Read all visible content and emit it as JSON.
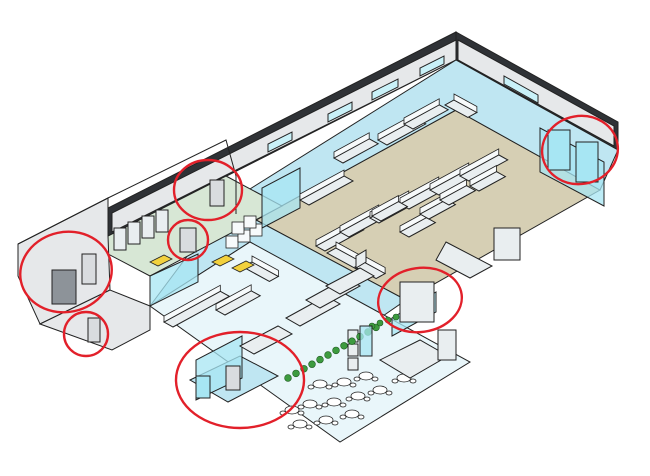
{
  "colors": {
    "background": "#ffffff",
    "outline": "#222222",
    "wall_light": "#e6e8ea",
    "wall_dark": "#2f3236",
    "floor_sales": "#d6cfb4",
    "floor_aisle": "#bfe6f2",
    "floor_storage": "#d7e7d5",
    "floor_cafe": "#e9f6fa",
    "glass": "#a7e6f3",
    "window": "#c9f1f8",
    "shelf": "#e9eef0",
    "shelf_top": "#f7fafb",
    "pallet_yellow": "#f2d13d",
    "plant": "#3d9b3f",
    "highlight_circle": "#e2202a"
  },
  "diagram": {
    "type": "isometric-store-floor-plan",
    "highlighted_areas": [
      "right-entrance-door",
      "storage-back-door",
      "large-storage-door",
      "office-door",
      "left-small-door",
      "bottom-entrance-washroom",
      "service-counter"
    ],
    "icons": [
      "shelf-icon",
      "pallet-icon",
      "cart-icon",
      "table-icon",
      "chair-icon",
      "plant-icon",
      "door-icon",
      "checkout-counter-icon"
    ]
  }
}
